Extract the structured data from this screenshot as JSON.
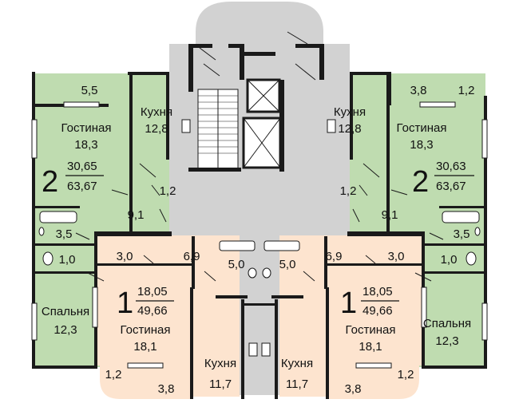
{
  "colors": {
    "two_room": "#bfdcb0",
    "one_room": "#fde4cf",
    "common": "#d2d2d2",
    "wall": "#1a1a1a",
    "fixture": "#ffffff"
  },
  "apt_left_2": {
    "rooms_count": "2",
    "living_area": "30,65",
    "total_area": "63,67",
    "balcony": "5,5",
    "living_room_name": "Гостиная",
    "living_room_area": "18,3",
    "kitchen_name": "Кухня",
    "kitchen_area": "12,8",
    "bath_area": "1,2",
    "hall_area": "9,1",
    "bathroom_area": "3,5",
    "wc_area": "1,0",
    "bedroom_name": "Спальня",
    "bedroom_area": "12,3"
  },
  "apt_right_2": {
    "rooms_count": "2",
    "living_area": "30,63",
    "total_area": "63,67",
    "balcony": "3,8",
    "balcony_small": "1,2",
    "living_room_name": "Гостиная",
    "living_room_area": "18,3",
    "kitchen_name": "Кухня",
    "kitchen_area": "12,8",
    "bath_area": "1,2",
    "hall_area": "9,1",
    "bathroom_area": "3,5",
    "wc_area": "1,0",
    "bedroom_name": "Спальня",
    "bedroom_area": "12,3"
  },
  "apt_left_1": {
    "rooms_count": "1",
    "living_area": "18,05",
    "total_area": "49,66",
    "room_a": "3,0",
    "hall_area": "6,9",
    "bath_area": "5,0",
    "living_room_name": "Гостиная",
    "living_room_area": "18,1",
    "kitchen_name": "Кухня",
    "kitchen_area": "11,7",
    "balcony_small": "1,2",
    "balcony": "3,8"
  },
  "apt_right_1": {
    "rooms_count": "1",
    "living_area": "18,05",
    "total_area": "49,66",
    "room_a": "3,0",
    "hall_area": "6,9",
    "bath_area": "5,0",
    "living_room_name": "Гостиная",
    "living_room_area": "18,1",
    "kitchen_name": "Кухня",
    "kitchen_area": "11,7",
    "balcony_small": "1,2",
    "balcony": "3,8"
  }
}
